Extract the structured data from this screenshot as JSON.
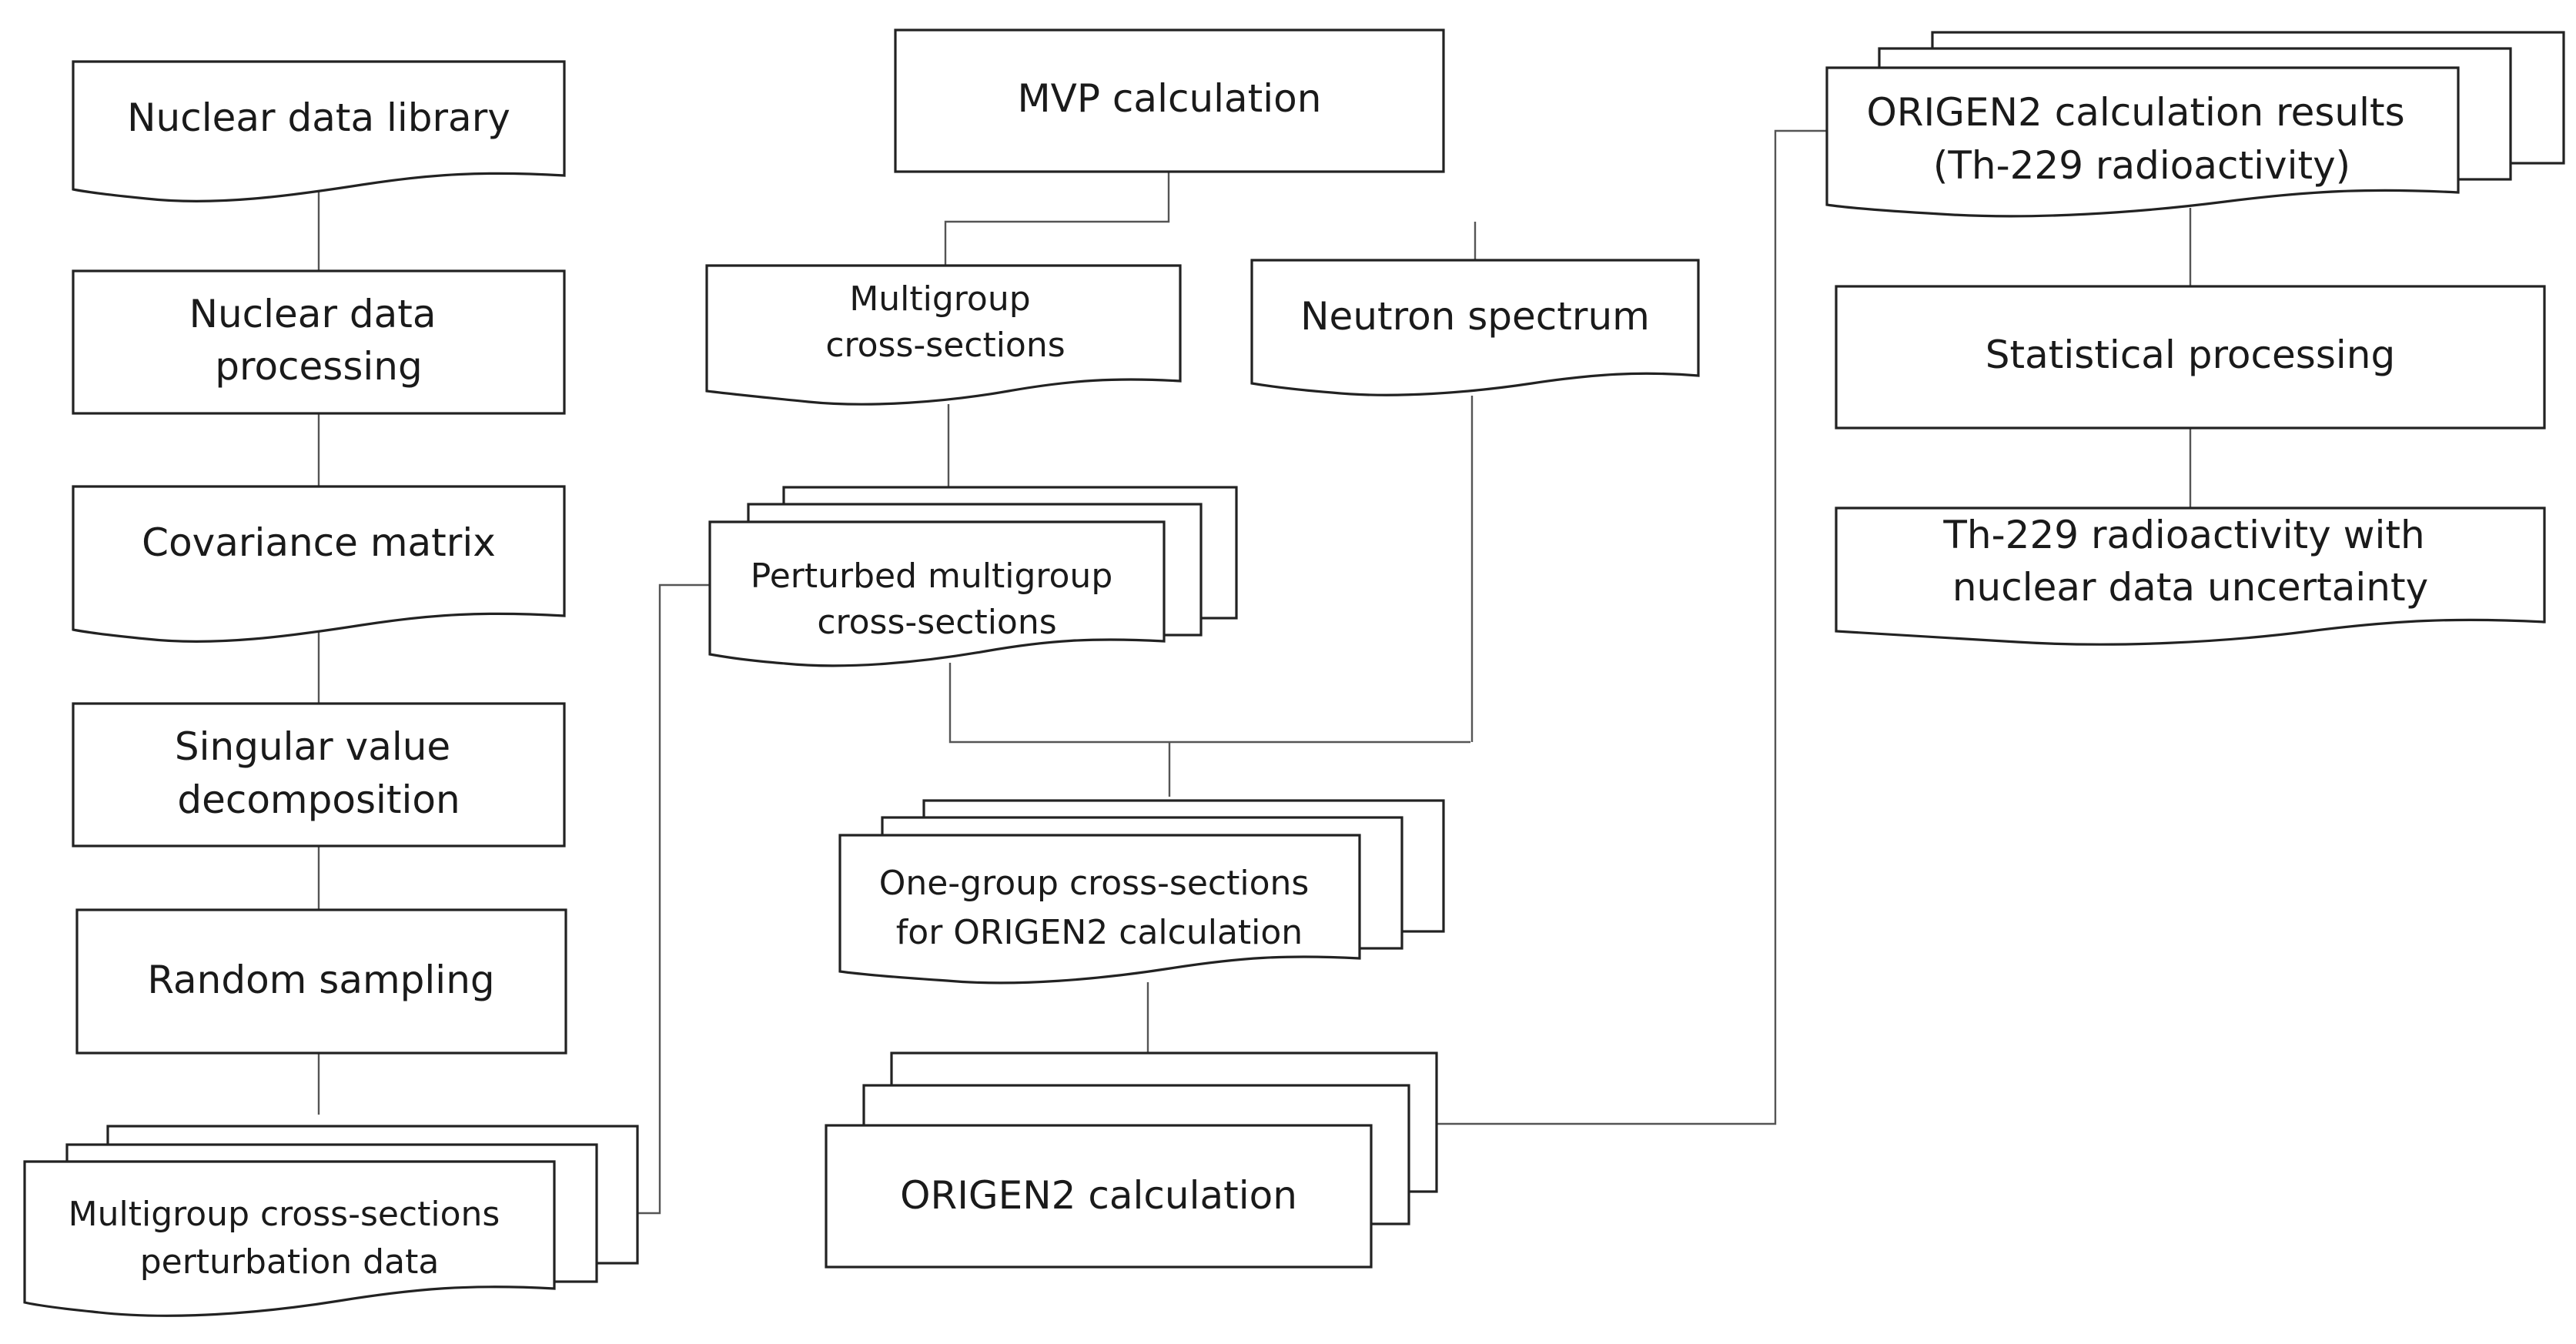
{
  "nodes": {
    "nuclear_data_library": {
      "lines": [
        "Nuclear data library"
      ]
    },
    "nuclear_data_processing": {
      "lines": [
        "Nuclear data",
        "processing"
      ]
    },
    "covariance_matrix": {
      "lines": [
        "Covariance matrix"
      ]
    },
    "svd": {
      "lines": [
        "Singular value",
        "decomposition"
      ]
    },
    "random_sampling": {
      "lines": [
        "Random sampling"
      ]
    },
    "perturbation_data": {
      "lines": [
        "Multigroup cross-sections",
        "perturbation data"
      ]
    },
    "mvp_calculation": {
      "lines": [
        "MVP calculation"
      ]
    },
    "multigroup_xs": {
      "lines": [
        "Multigroup",
        "cross-sections"
      ]
    },
    "neutron_spectrum": {
      "lines": [
        "Neutron spectrum"
      ]
    },
    "perturbed_multigroup_xs": {
      "lines": [
        "Perturbed multigroup",
        "cross-sections"
      ]
    },
    "one_group_xs": {
      "lines": [
        "One-group cross-sections",
        "for ORIGEN2 calculation"
      ]
    },
    "origen2_calculation": {
      "lines": [
        "ORIGEN2 calculation"
      ]
    },
    "origen2_results": {
      "lines": [
        "ORIGEN2 calculation results",
        "(Th-229 radioactivity)"
      ]
    },
    "statistical_processing": {
      "lines": [
        "Statistical processing"
      ]
    },
    "final_result": {
      "lines": [
        "Th-229 radioactivity with",
        "nuclear data uncertainty"
      ]
    }
  }
}
